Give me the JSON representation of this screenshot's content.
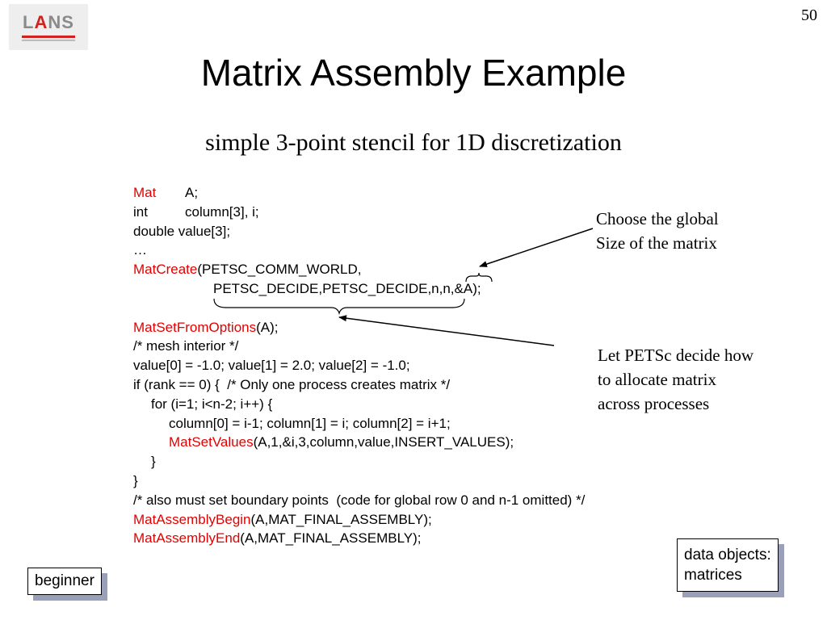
{
  "logo": {
    "text_left": "L",
    "text_a": "A",
    "text_right": "NS"
  },
  "page_number": "50",
  "title": "Matrix Assembly Example",
  "subtitle": "simple 3-point stencil for 1D discretization",
  "code": {
    "decl_mat_type": "Mat",
    "decl_mat_var": "A;",
    "decl_int_type": "int",
    "decl_int_var": "column[3], i;",
    "decl_double": "double value[3];",
    "ellipsis": "…",
    "matcreate_fn": "MatCreate",
    "matcreate_args1": "(PETSC_COMM_WORLD,",
    "matcreate_args2": "PETSC_DECIDE,PETSC_DECIDE,n,n,&A);",
    "setfromoptions_fn": "MatSetFromOptions",
    "setfromoptions_args": "(A);",
    "comment_mesh": "/* mesh interior */",
    "values_line": "value[0] = -1.0; value[1] = 2.0; value[2] = -1.0;",
    "if_line": "if (rank == 0) {  /* Only one process creates matrix */",
    "for_line": "for (i=1; i<n-2; i++) {",
    "column_line": "column[0] = i-1; column[1] = i; column[2] = i+1;",
    "setvalues_fn": "MatSetValues",
    "setvalues_args": "(A,1,&i,3,column,value,INSERT_VALUES);",
    "close_inner": "}",
    "close_outer": "}",
    "comment_boundary": "/* also must set boundary points  (code for global row 0 and n-1 omitted) */",
    "assemblybegin_fn": "MatAssemblyBegin",
    "assemblybegin_args": "(A,MAT_FINAL_ASSEMBLY);",
    "assemblyend_fn": "MatAssemblyEnd",
    "assemblyend_args": "(A,MAT_FINAL_ASSEMBLY);"
  },
  "callout_global": {
    "line1": "Choose the global",
    "line2": "Size of the matrix"
  },
  "callout_decide": {
    "line1": "Let PETSc decide how",
    "line2": "to allocate matrix",
    "line3": "across processes"
  },
  "badge_beginner": "beginner",
  "badge_data": {
    "line1": "data objects:",
    "line2": "matrices"
  },
  "colors": {
    "function_red": "#e30000",
    "box_shadow": "#9aa0b8"
  }
}
